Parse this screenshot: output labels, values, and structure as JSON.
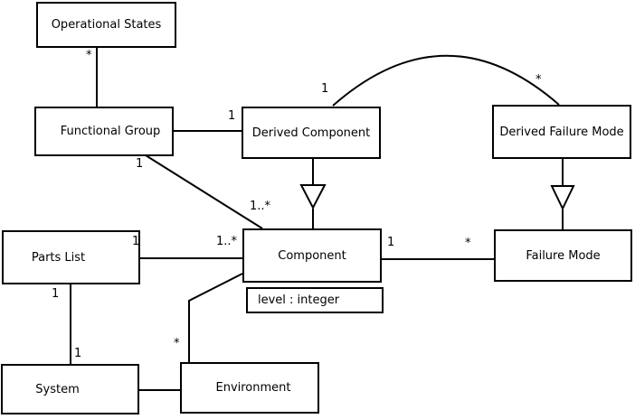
{
  "colors": {
    "background": "#ffffff",
    "line": "#000000",
    "text": "#000000"
  },
  "classes": {
    "operational_states": {
      "label": "Operational States"
    },
    "functional_group": {
      "label": "Functional Group"
    },
    "derived_component": {
      "label": "Derived Component"
    },
    "derived_failure_mode": {
      "label": "Derived Failure Mode"
    },
    "parts_list": {
      "label": "Parts List"
    },
    "component": {
      "label": "Component",
      "attributes": [
        "level : integer"
      ]
    },
    "failure_mode": {
      "label": "Failure Mode"
    },
    "system": {
      "label": "System"
    },
    "environment": {
      "label": "Environment"
    }
  },
  "multiplicities": {
    "operational_states_end": "*",
    "derived_component_assoc_end": "1",
    "functional_group_end": "1",
    "component_end_from_functional_group": "1..*",
    "derived_component_arc_end": "1",
    "derived_failure_mode_arc_end": "*",
    "parts_list_end": "1",
    "component_end_from_parts_list": "1..*",
    "component_end_to_failure_mode": "1",
    "failure_mode_end": "*",
    "parts_list_system_end": "1",
    "system_end": "1",
    "environment_end": "*"
  },
  "relationships": [
    {
      "type": "association",
      "from": "Operational States",
      "to": "Functional Group",
      "from_multiplicity": "*"
    },
    {
      "type": "association",
      "from": "Functional Group",
      "to": "Derived Component",
      "to_multiplicity": "1"
    },
    {
      "type": "association",
      "from": "Functional Group",
      "to": "Component",
      "from_multiplicity": "1",
      "to_multiplicity": "1..*"
    },
    {
      "type": "association",
      "from": "Derived Component",
      "to": "Derived Failure Mode",
      "from_multiplicity": "1",
      "to_multiplicity": "*"
    },
    {
      "type": "generalization",
      "from": "Derived Component",
      "to": "Component"
    },
    {
      "type": "generalization",
      "from": "Derived Failure Mode",
      "to": "Failure Mode"
    },
    {
      "type": "association",
      "from": "Parts List",
      "to": "Component",
      "from_multiplicity": "1",
      "to_multiplicity": "1..*"
    },
    {
      "type": "association",
      "from": "Component",
      "to": "Failure Mode",
      "from_multiplicity": "1",
      "to_multiplicity": "*"
    },
    {
      "type": "association",
      "from": "Parts List",
      "to": "System",
      "from_multiplicity": "1",
      "to_multiplicity": "1"
    },
    {
      "type": "association",
      "from": "Component",
      "to": "Environment",
      "to_multiplicity": "*"
    },
    {
      "type": "association",
      "from": "System",
      "to": "Environment"
    }
  ]
}
